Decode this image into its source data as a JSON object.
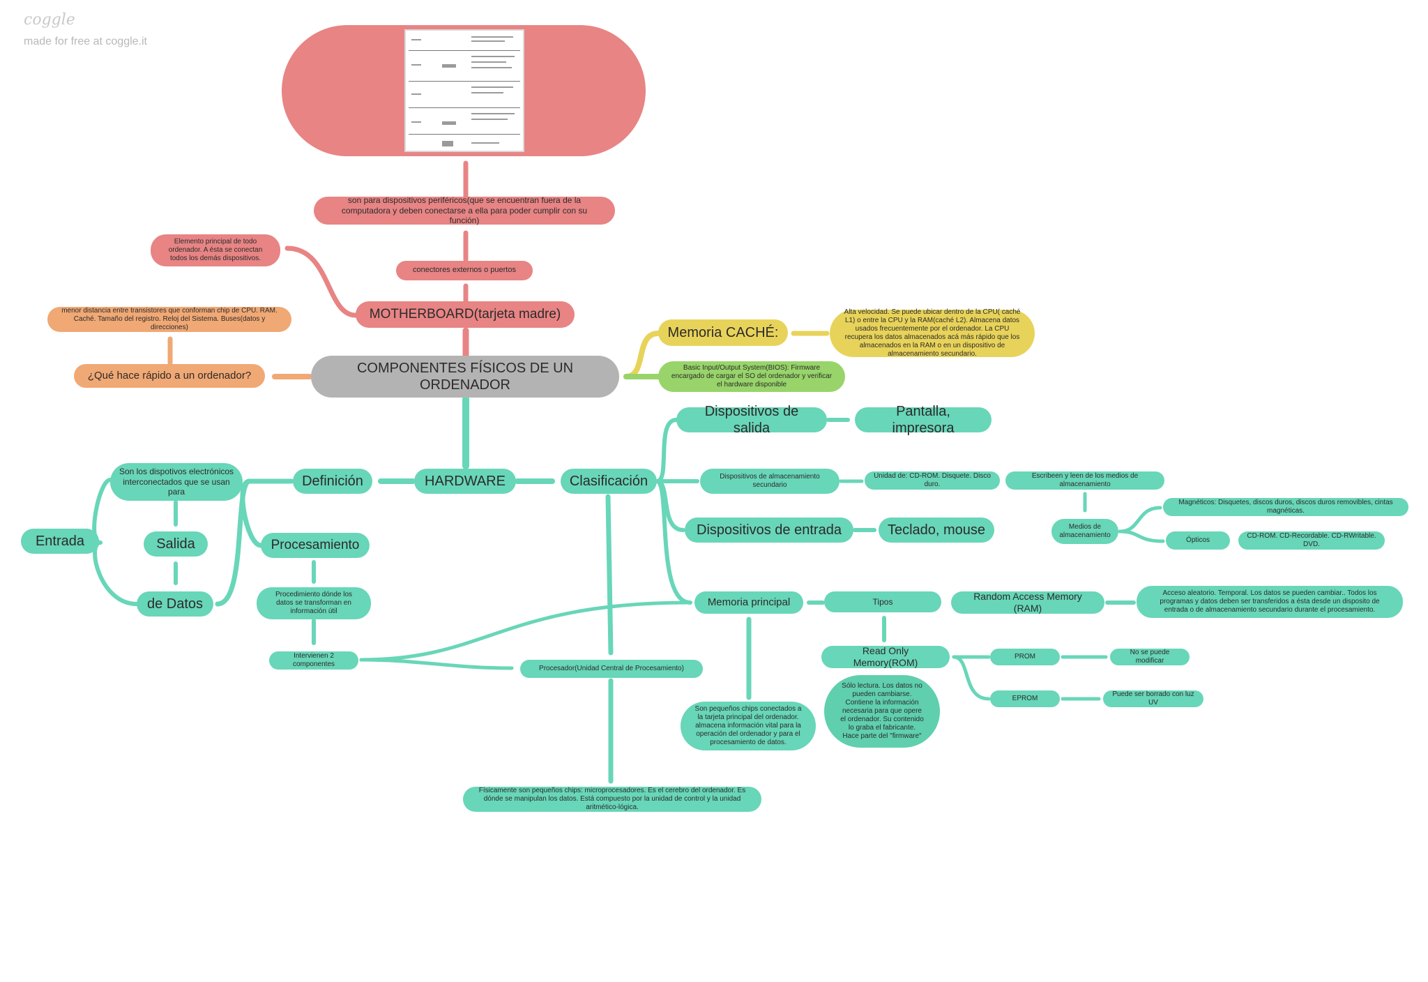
{
  "brand": {
    "logo": "coggle",
    "credit": "made for free at coggle.it"
  },
  "colors": {
    "green": "#68d6b8",
    "red": "#e88484",
    "orange": "#f0a874",
    "yellow": "#e8d35a",
    "light_green": "#98d46a",
    "gray": "#b3b3b3"
  },
  "nodes": {
    "root": "COMPONENTES FÍSICOS DE UN ORDENADOR",
    "motherboard": "MOTHERBOARD(tarjeta madre)",
    "mb_desc": "Elemento principal de todo ordenador. A ésta se conectan todos los demás dispositivos.",
    "connectors": "conectores externos o puertos",
    "peripherals": "son para dispositivos periféricos(que se encuentran fuera de la computadora y deben conectarse a ella para poder cumplir con su función)",
    "fast_q": "¿Qué hace rápido a un ordenador?",
    "fast_a": "menor distancia entre transistores que conforman chip de CPU. RAM. Caché. Tamaño del registro. Reloj del Sistema. Buses(datos y direcciones)",
    "cache": "Memoria CACHÉ:",
    "cache_desc": "Alta velocidad. Se puede ubicar dentro de la CPU( caché L1) o entre la CPU y la RAM(caché L2). Almacena datos usados frecuentemente por el ordenador. La CPU recupera los datos almacenados acá más rápido que los almacenados en la RAM o en un dispositivo de almacenamiento secundario.",
    "bios": "Basic Input/Output System(BIOS): Firmware encargado de cargar el SO del ordenador y verificar el hardware disponible",
    "hardware": "HARDWARE",
    "definicion": "Definición",
    "def_desc": "Son los dispotivos electrónicos interconectados que se usan para",
    "entrada": "Entrada",
    "salida": "Salida",
    "de_datos": "de Datos",
    "procesamiento": "Procesamiento",
    "proc_desc": "Procedimiento dónde los datos se transforman en información útil",
    "intervienen": "Intervienen 2 componentes",
    "procesador": "Procesador(Unidad Central de Procesamiento)",
    "procesador_desc": "Físicamente son pequeños chips: microprocesadores. Es el cerebro del ordenador. Es dónde se manipulan los datos. Está compuesto por la unidad de control y la unidad aritmético-lógica.",
    "clasificacion": "Clasificación",
    "disp_salida": "Dispositivos de salida",
    "pantalla": "Pantalla, impresora",
    "disp_almacen": "Dispositivos de almacenamiento secundario",
    "unidad": "Unidad de: CD-ROM. Disquete. Disco duro.",
    "escriben": "Escribeen y leen de los medios de almacenamiento",
    "medios": "Medios de almacenamiento",
    "magneticos": "Magnéticos: Disquetes, discos duros, discos duros removibles, cintas magnéticas.",
    "opticos": "Ópticos",
    "opticos_desc": "CD-ROM. CD-Recordable. CD-RWritable. DVD.",
    "disp_entrada": "Dispositivos de entrada",
    "teclado": "Teclado, mouse",
    "mem_principal": "Memoria principal",
    "mem_desc": "Son pequeños chips conectados a la tarjeta principal del ordenador. almacena información vital para la operación del ordenador y para el procesamiento de datos.",
    "tipos": "Tipos",
    "ram": "Random Access Memory (RAM)",
    "ram_desc": "Acceso aleatorio. Temporal. Los datos se pueden cambiar.. Todos los programas y datos deben ser transferidos a ésta desde un disposito de entrada o de almacenamiento secundario durante el procesamiento.",
    "rom": "Read Only Memory(ROM)",
    "rom_desc": "Sólo lectura. Los datos no pueden cambiarse. Contiene la información necesaria para que opere el ordenador. Su contenido lo graba el fabricante. Hace parte del \"firmware\"",
    "prom": "PROM",
    "prom_desc": "No se puede modificar",
    "eprom": "EPROM",
    "eprom_desc": "Puede ser borrado con luz UV"
  }
}
